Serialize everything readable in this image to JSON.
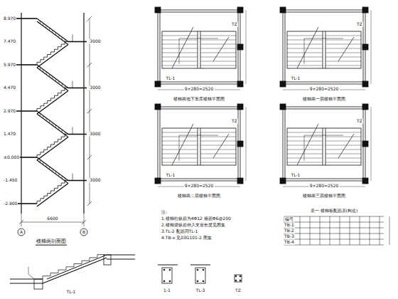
{
  "diagram": {
    "labels": [
      "楼梯两剖面图",
      "8.970",
      "7.470",
      "5.970",
      "4.470",
      "2.970",
      "1.470",
      "±0.000",
      "-1.450",
      "-2.900",
      "3000",
      "3000",
      "3000",
      "3000",
      "6600",
      "A",
      "B",
      "楼梯两地下车库楼梯平面图",
      "楼梯两一层楼梯平面图",
      "楼梯两二层楼梯平面图",
      "楼梯两三层楼梯平面图",
      "TL-1",
      "TZ",
      "9×280=2520",
      "TL-1",
      "TZ",
      "9×280=2520",
      "TL-1",
      "TZ",
      "9×280=2520",
      "TL-1",
      "TZ",
      "9×280=2520",
      "注:",
      "1.楼梯柱纵筋为4Φ12 箍筋Φ6@200",
      "2.楼梯梁纵筋伸入支座长度见图集",
      "3.TL-2 配筋同TL-1",
      "4.TB-x 见03G101-2 图集",
      "表一 楼梯板配筋表(构造)",
      "编号",
      "TB-1",
      "TB-2",
      "TB-3",
      "TB-4",
      "TL-1",
      "1-1",
      "TL-3",
      "TZ"
    ]
  }
}
